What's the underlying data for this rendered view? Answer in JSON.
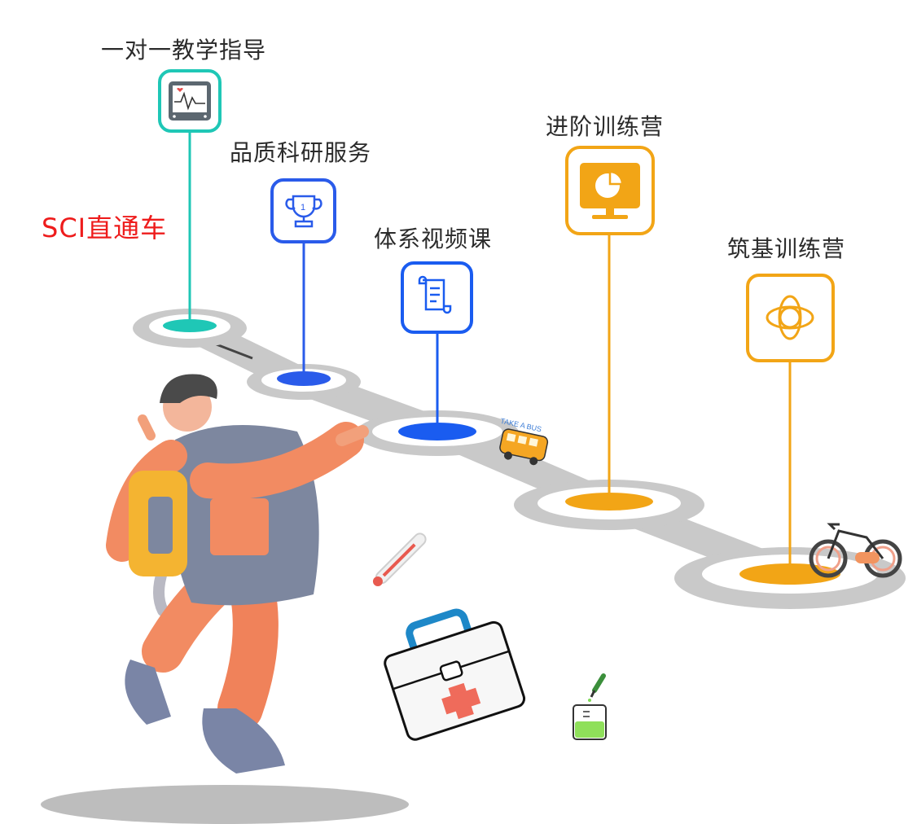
{
  "stages": [
    {
      "id": "one-on-one",
      "label": "一对一教学指导",
      "icon": "monitor-heart-icon",
      "color": "#1fc7b6"
    },
    {
      "id": "research",
      "label": "品质科研服务",
      "icon": "trophy-icon",
      "color": "#2a5bea"
    },
    {
      "id": "video",
      "label": "体系视频课",
      "icon": "scroll-icon",
      "color": "#1a5cf0"
    },
    {
      "id": "advanced",
      "label": "进阶训练营",
      "icon": "pie-chart-monitor-icon",
      "color": "#f2a516"
    },
    {
      "id": "foundation",
      "label": "筑基训练营",
      "icon": "atom-icon",
      "color": "#f2a516"
    }
  ],
  "sci_label": "SCI直通车",
  "bus_text": "TAKE A BUS",
  "colors": {
    "teal": "#1fc7b6",
    "blue": "#2a5bea",
    "orange": "#f2a516",
    "red": "#ee1c1c",
    "road": "#c9c9c9"
  }
}
